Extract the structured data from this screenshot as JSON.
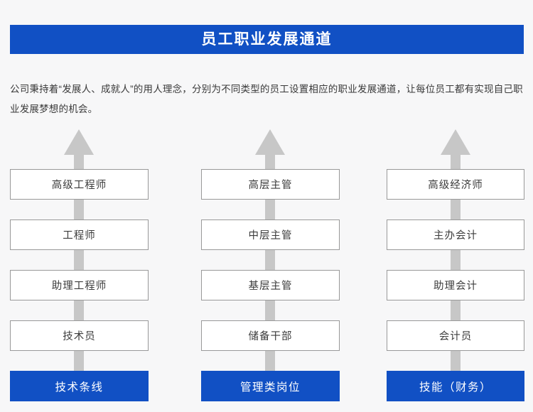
{
  "banner": {
    "title": "员工职业发展通道",
    "background_color": "#1150c4",
    "text_color": "#ffffff"
  },
  "intro": {
    "paragraph": "公司秉持着“发展人、成就人”的用人理念，分别为不同类型的员工设置相应的职业发展通道，让每位员工都有实现自己职业发展梦想的机会。"
  },
  "page": {
    "background_color": "#f7f7f8",
    "arrow_color": "#c7c7c7",
    "node_border_color": "#999999",
    "node_background_color": "#ffffff"
  },
  "columns": [
    {
      "id": "technical",
      "base_label": "技术条线",
      "arrow_icon": "up-arrow-icon",
      "nodes": [
        {
          "label": "高级工程师"
        },
        {
          "label": "工程师"
        },
        {
          "label": "助理工程师"
        },
        {
          "label": "技术员"
        }
      ]
    },
    {
      "id": "management",
      "base_label": "管理类岗位",
      "arrow_icon": "up-arrow-icon",
      "nodes": [
        {
          "label": "高层主管"
        },
        {
          "label": "中层主管"
        },
        {
          "label": "基层主管"
        },
        {
          "label": "储备干部"
        }
      ]
    },
    {
      "id": "finance",
      "base_label": "技能（财务）",
      "arrow_icon": "up-arrow-icon",
      "nodes": [
        {
          "label": "高级经济师"
        },
        {
          "label": "主办会计"
        },
        {
          "label": "助理会计"
        },
        {
          "label": "会计员"
        }
      ]
    }
  ]
}
